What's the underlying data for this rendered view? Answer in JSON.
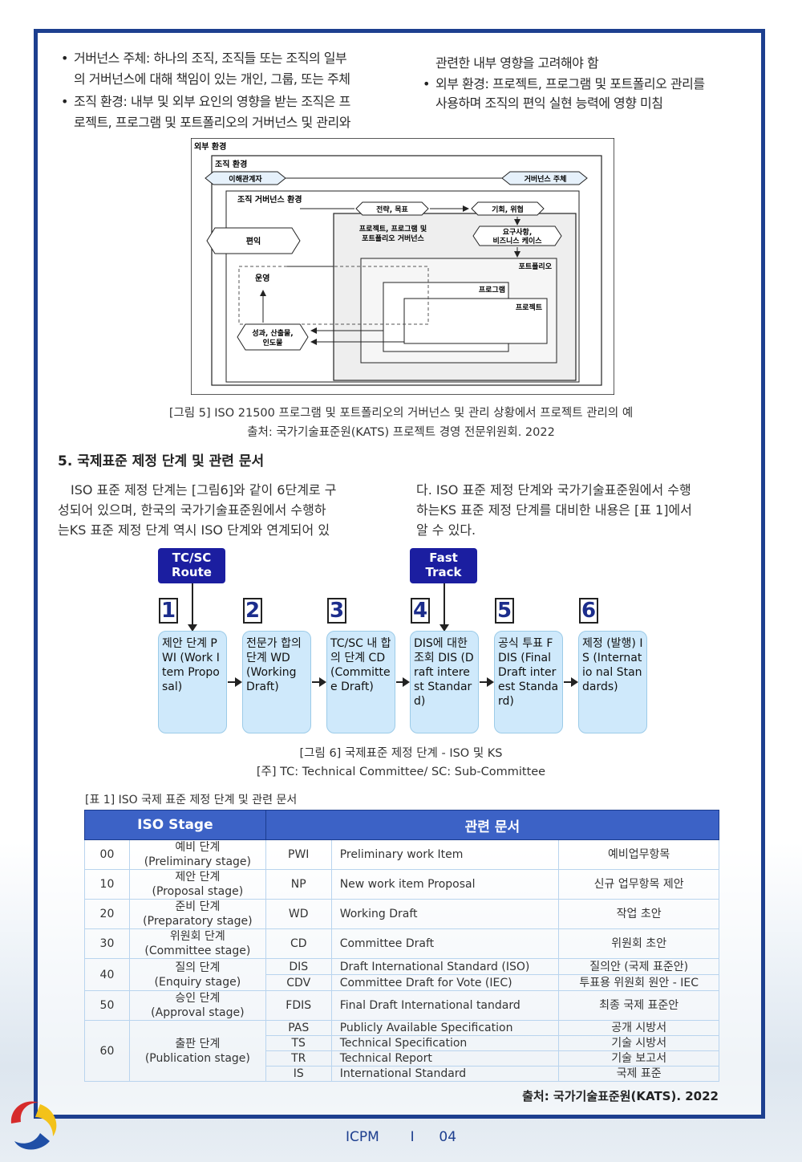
{
  "intro": {
    "bullets_left": [
      {
        "line1": "거버넌스 주체: 하나의 조직, 조직들 또는 조직의 일부",
        "line2": "의 거버넌스에 대해 책임이 있는 개인, 그룹, 또는 주체"
      },
      {
        "line1": "조직 환경: 내부 및 외부 요인의 영향을 받는 조직은 프",
        "line2": "로젝트, 프로그램 및 포트폴리오의 거버넌스 및 관리와"
      }
    ],
    "right_cont": "관련한 내부 영향을 고려해야 함",
    "bullets_right": [
      {
        "line1": "외부 환경: 프로젝트, 프로그램 및 포트폴리오 관리를",
        "line2": "사용하며 조직의 편익 실현 능력에 영향 미침"
      }
    ],
    "bullet_char": "•"
  },
  "fig5": {
    "labels": {
      "external": "외부 환경",
      "org": "조직 환경",
      "stakeholder": "이해관계자",
      "gov_subject": "거버넌스 주체",
      "org_gov": "조직 거버넌스 환경",
      "strategy": "전략, 목표",
      "opportunity": "기회, 위협",
      "ppp_gov_1": "프로젝트, 프로그램 및",
      "ppp_gov_2": "포트폴리오 거버넌스",
      "req_1": "요구사항,",
      "req_2": "비즈니스 케이스",
      "benefit": "편익",
      "portfolio": "포트폴리오",
      "operation": "운영",
      "program": "프로그램",
      "project": "프로젝트",
      "output_1": "성과, 산출물,",
      "output_2": "인도물"
    },
    "caption": "[그림 5] ISO 21500 프로그램 및 포트폴리오의 거버넌스 및 관리 상황에서 프로젝트 관리의 예",
    "source": "출처: 국가기술표준원(KATS) 프로젝트 경영 전문위원회. 2022"
  },
  "section5": {
    "heading": "5. 국제표준 제정 단계 및 관련 문서",
    "left_lines": [
      "ISO 표준 제정 단계는 [그림6]와 같이 6단계로 구",
      "성되어 있으며, 한국의 국가기술표준원에서 수행하",
      "는KS 표준 제정 단계 역시 ISO 단계와 연계되어 있"
    ],
    "right_lines": [
      "다. ISO 표준 제정 단계와 국가기술표준원에서 수행",
      "하는KS 표준 제정 단계를 대비한 내용은 [표 1]에서",
      "알 수 있다."
    ]
  },
  "fig6": {
    "route1": "TC/SC Route",
    "route2": "Fast Track",
    "stages": [
      {
        "num": "1",
        "text": "제안 단계 PWI (Work Item Proposal)"
      },
      {
        "num": "2",
        "text": "전문가 합의 단계 WD (Working Draft)"
      },
      {
        "num": "3",
        "text": "TC/SC 내 합의 단계 CD (Committee Draft)"
      },
      {
        "num": "4",
        "text": "DIS에 대한 조회 DIS (Draft interest Standard)"
      },
      {
        "num": "5",
        "text": "공식 투표 FDIS (Final Draft interest Standard)"
      },
      {
        "num": "6",
        "text": "제정 (발행) IS (Internatio nal Standards)"
      }
    ],
    "caption": "[그림 6] 국제표준 제정 단계 - ISO 및 KS",
    "note": "[주] TC: Technical Committee/ SC: Sub-Committee"
  },
  "table1": {
    "title": "[표 1] ISO 국제 표준 제정 단계 및 관련 문서",
    "header_stage": "ISO Stage",
    "header_docs": "관련 문서",
    "rows": [
      {
        "code": "00",
        "stage_ko": "예비 단계",
        "stage_en": "(Preliminary stage)",
        "docs": [
          {
            "abbr": "PWI",
            "en": "Preliminary work Item",
            "ko": "예비업무항목"
          }
        ]
      },
      {
        "code": "10",
        "stage_ko": "제안 단계",
        "stage_en": "(Proposal stage)",
        "docs": [
          {
            "abbr": "NP",
            "en": "New work item Proposal",
            "ko": "신규 업무항목 제안"
          }
        ]
      },
      {
        "code": "20",
        "stage_ko": "준비 단계",
        "stage_en": "(Preparatory stage)",
        "docs": [
          {
            "abbr": "WD",
            "en": "Working Draft",
            "ko": "작업 초안"
          }
        ]
      },
      {
        "code": "30",
        "stage_ko": "위원회 단계",
        "stage_en": "(Committee stage)",
        "docs": [
          {
            "abbr": "CD",
            "en": "Committee Draft",
            "ko": "위원회 초안"
          }
        ]
      },
      {
        "code": "40",
        "stage_ko": "질의 단계",
        "stage_en": "(Enquiry stage)",
        "docs": [
          {
            "abbr": "DIS",
            "en": "Draft International Standard (ISO)",
            "ko": "질의안 (국제 표준안)"
          },
          {
            "abbr": "CDV",
            "en": "Committee Draft for Vote (IEC)",
            "ko": "투표용 위원회 원안 - IEC"
          }
        ]
      },
      {
        "code": "50",
        "stage_ko": "승인 단계",
        "stage_en": "(Approval stage)",
        "docs": [
          {
            "abbr": "FDIS",
            "en": "Final Draft International  tandard",
            "ko": "최종 국제 표준안"
          }
        ]
      },
      {
        "code": "60",
        "stage_ko": "출판 단계",
        "stage_en": "(Publication stage)",
        "docs": [
          {
            "abbr": "PAS",
            "en": "Publicly Available Specification",
            "ko": "공개 시방서"
          },
          {
            "abbr": "TS",
            "en": "Technical Specification",
            "ko": "기술 시방서"
          },
          {
            "abbr": "TR",
            "en": "Technical Report",
            "ko": "기술 보고서"
          },
          {
            "abbr": "IS",
            "en": "International Standard",
            "ko": "국제 표준"
          }
        ]
      }
    ],
    "source": "출처: 국가기술표준원(KATS). 2022"
  },
  "footer": {
    "brand": "ICPM",
    "separator": "I",
    "page": "04"
  },
  "colors": {
    "frame": "#1d3f8f",
    "route": "#1b1ea0",
    "stage_fill": "#cfe9fb",
    "table_header": "#3c62c6"
  }
}
